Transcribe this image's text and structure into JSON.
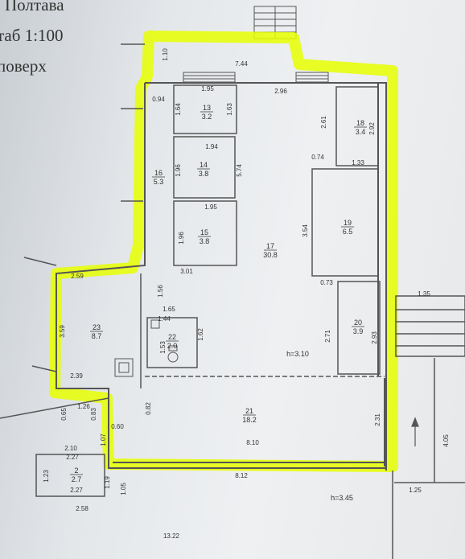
{
  "header": {
    "city": "Полтава",
    "scale": "таб 1:100",
    "floor": "поверх"
  },
  "rooms": [
    {
      "id": "13",
      "area": "3.2"
    },
    {
      "id": "14",
      "area": "3.8"
    },
    {
      "id": "15",
      "area": "3.8"
    },
    {
      "id": "16",
      "area": "5.3"
    },
    {
      "id": "17",
      "area": "30.8"
    },
    {
      "id": "18",
      "area": "3.4"
    },
    {
      "id": "19",
      "area": "6.5"
    },
    {
      "id": "20",
      "area": "3.9"
    },
    {
      "id": "21",
      "area": "18.2"
    },
    {
      "id": "22",
      "area": "2.0"
    },
    {
      "id": "23",
      "area": "8.7"
    },
    {
      "id": "2",
      "area": "2.7"
    }
  ],
  "heights": [
    "h=3.10",
    "h=3.45"
  ],
  "dims": [
    "1.10",
    "7.44",
    "1.95",
    "2.96",
    "0.94",
    "1.64",
    "1.63",
    "2.61",
    "2.92",
    "1.94",
    "1.96",
    "5.74",
    "0.74",
    "1.33",
    "1.95",
    "1.96",
    "3.54",
    "3.01",
    "2.59",
    "1.56",
    "0.73",
    "1.35",
    "1.65",
    "1.44",
    "1.62",
    "1.53",
    "3.59",
    "2.71",
    "2.93",
    "2.39",
    "0.65",
    "1.26",
    "0.83",
    "0.82",
    "1.07",
    "0.60",
    "2.31",
    "4.05",
    "2.10",
    "2.27",
    "1.23",
    "1.19",
    "2.27",
    "8.10",
    "8.12",
    "1.05",
    "1.25",
    "2.58",
    "13.22"
  ],
  "colors": {
    "highlight": "#e6ff00",
    "wall": "#5a5a5a"
  }
}
